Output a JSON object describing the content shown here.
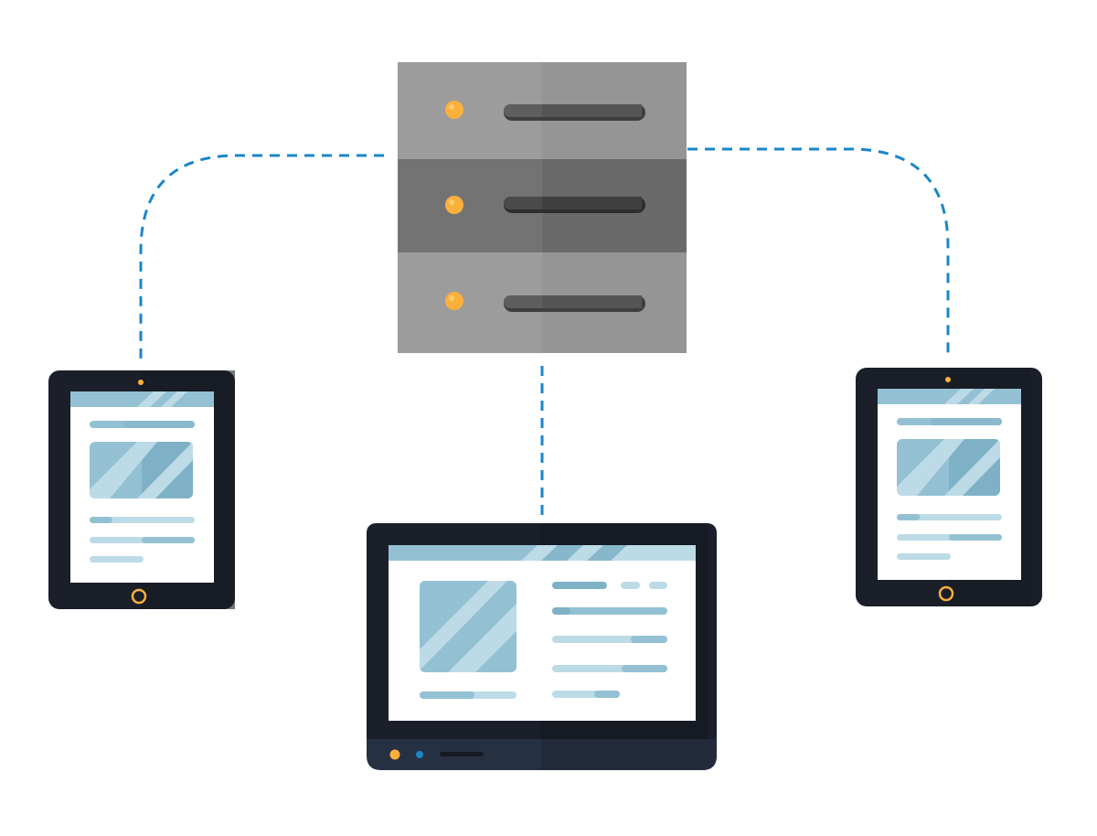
{
  "diagram": {
    "type": "client-server network illustration",
    "nodes": [
      {
        "id": "server",
        "kind": "server-rack",
        "units": 3
      },
      {
        "id": "tablet-left",
        "kind": "tablet"
      },
      {
        "id": "laptop",
        "kind": "laptop"
      },
      {
        "id": "tablet-right",
        "kind": "tablet"
      }
    ],
    "connections": [
      {
        "from": "server",
        "to": "tablet-left",
        "style": "dashed"
      },
      {
        "from": "server",
        "to": "laptop",
        "style": "dashed"
      },
      {
        "from": "server",
        "to": "tablet-right",
        "style": "dashed"
      }
    ]
  },
  "colors": {
    "background": "#ffffff",
    "link": "#1a86c8",
    "server_light": "#9a9a9a",
    "server_dark": "#6d6d6d",
    "server_led": "#fbb03b",
    "device_frame": "#1b1f2a",
    "laptop_base": "#263043",
    "screen": "#ffffff",
    "content_primary": "#93c1d3",
    "content_light": "#bcdbe6",
    "content_dark": "#7fb1c6",
    "home_button": "#fbb03b",
    "status_blue": "#1a86c8"
  }
}
